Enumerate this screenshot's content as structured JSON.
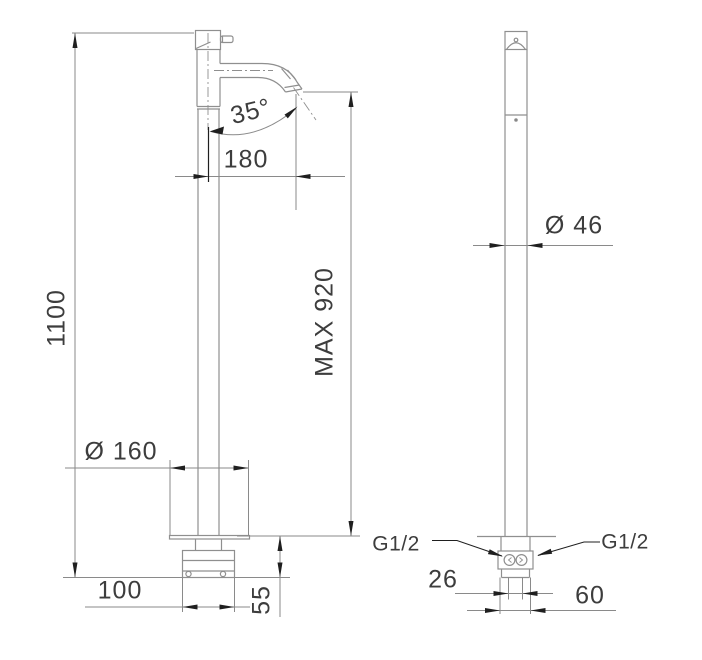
{
  "front_view": {
    "overall_height": "1100",
    "spout_angle": "35°",
    "spout_reach": "180",
    "max_height": "MAX 920",
    "base_plate_diameter": "Ø 160",
    "base_width": "100",
    "base_height": "55"
  },
  "side_view": {
    "column_diameter": "Ø 46",
    "inlet_left_thread": "G1/2",
    "inlet_right_thread": "G1/2",
    "inlet_spacing": "26",
    "connection_width": "60"
  },
  "colors": {
    "drawing_line": "#8f8f8f",
    "dimension_line": "#8a8a8a",
    "arrow": "#1f1f1f",
    "text": "#3d3d3d"
  }
}
